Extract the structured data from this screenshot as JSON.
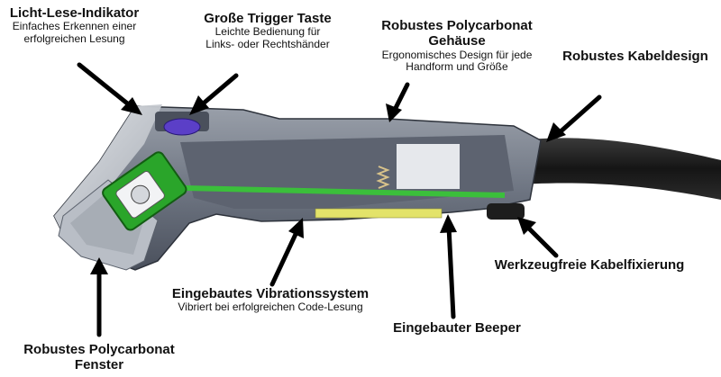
{
  "labels": {
    "indicator": {
      "title": "Licht-Lese-Indikator",
      "desc": "Einfaches Erkennen einer erfolgreichen Lesung"
    },
    "trigger": {
      "title": "Große Trigger Taste",
      "desc": "Leichte Bedienung für Links- oder Rechtshänder"
    },
    "housing": {
      "title": "Robustes Polycarbonat Gehäuse",
      "desc": "Ergonomisches Design für jede Handform und Größe"
    },
    "cable": {
      "title": "Robustes Kabeldesign"
    },
    "fixation": {
      "title": "Werkzeugfreie Kabelfixierung"
    },
    "window": {
      "title": "Robustes Polycarbonat Fenster"
    },
    "vibration": {
      "title": "Eingebautes Vibrationssystem",
      "desc": "Vibriert bei erfolgreichen Code-Lesung"
    },
    "beeper": {
      "title": "Eingebauter Beeper"
    }
  },
  "colors": {
    "housing": "#7b8290",
    "housing_dark": "#3c4250",
    "shell": "#c9cdd3",
    "board": "#3bbf3b",
    "trigger": "#5b3fc7",
    "beeper": "#e3e36a",
    "cable": "#1e1e1e"
  }
}
